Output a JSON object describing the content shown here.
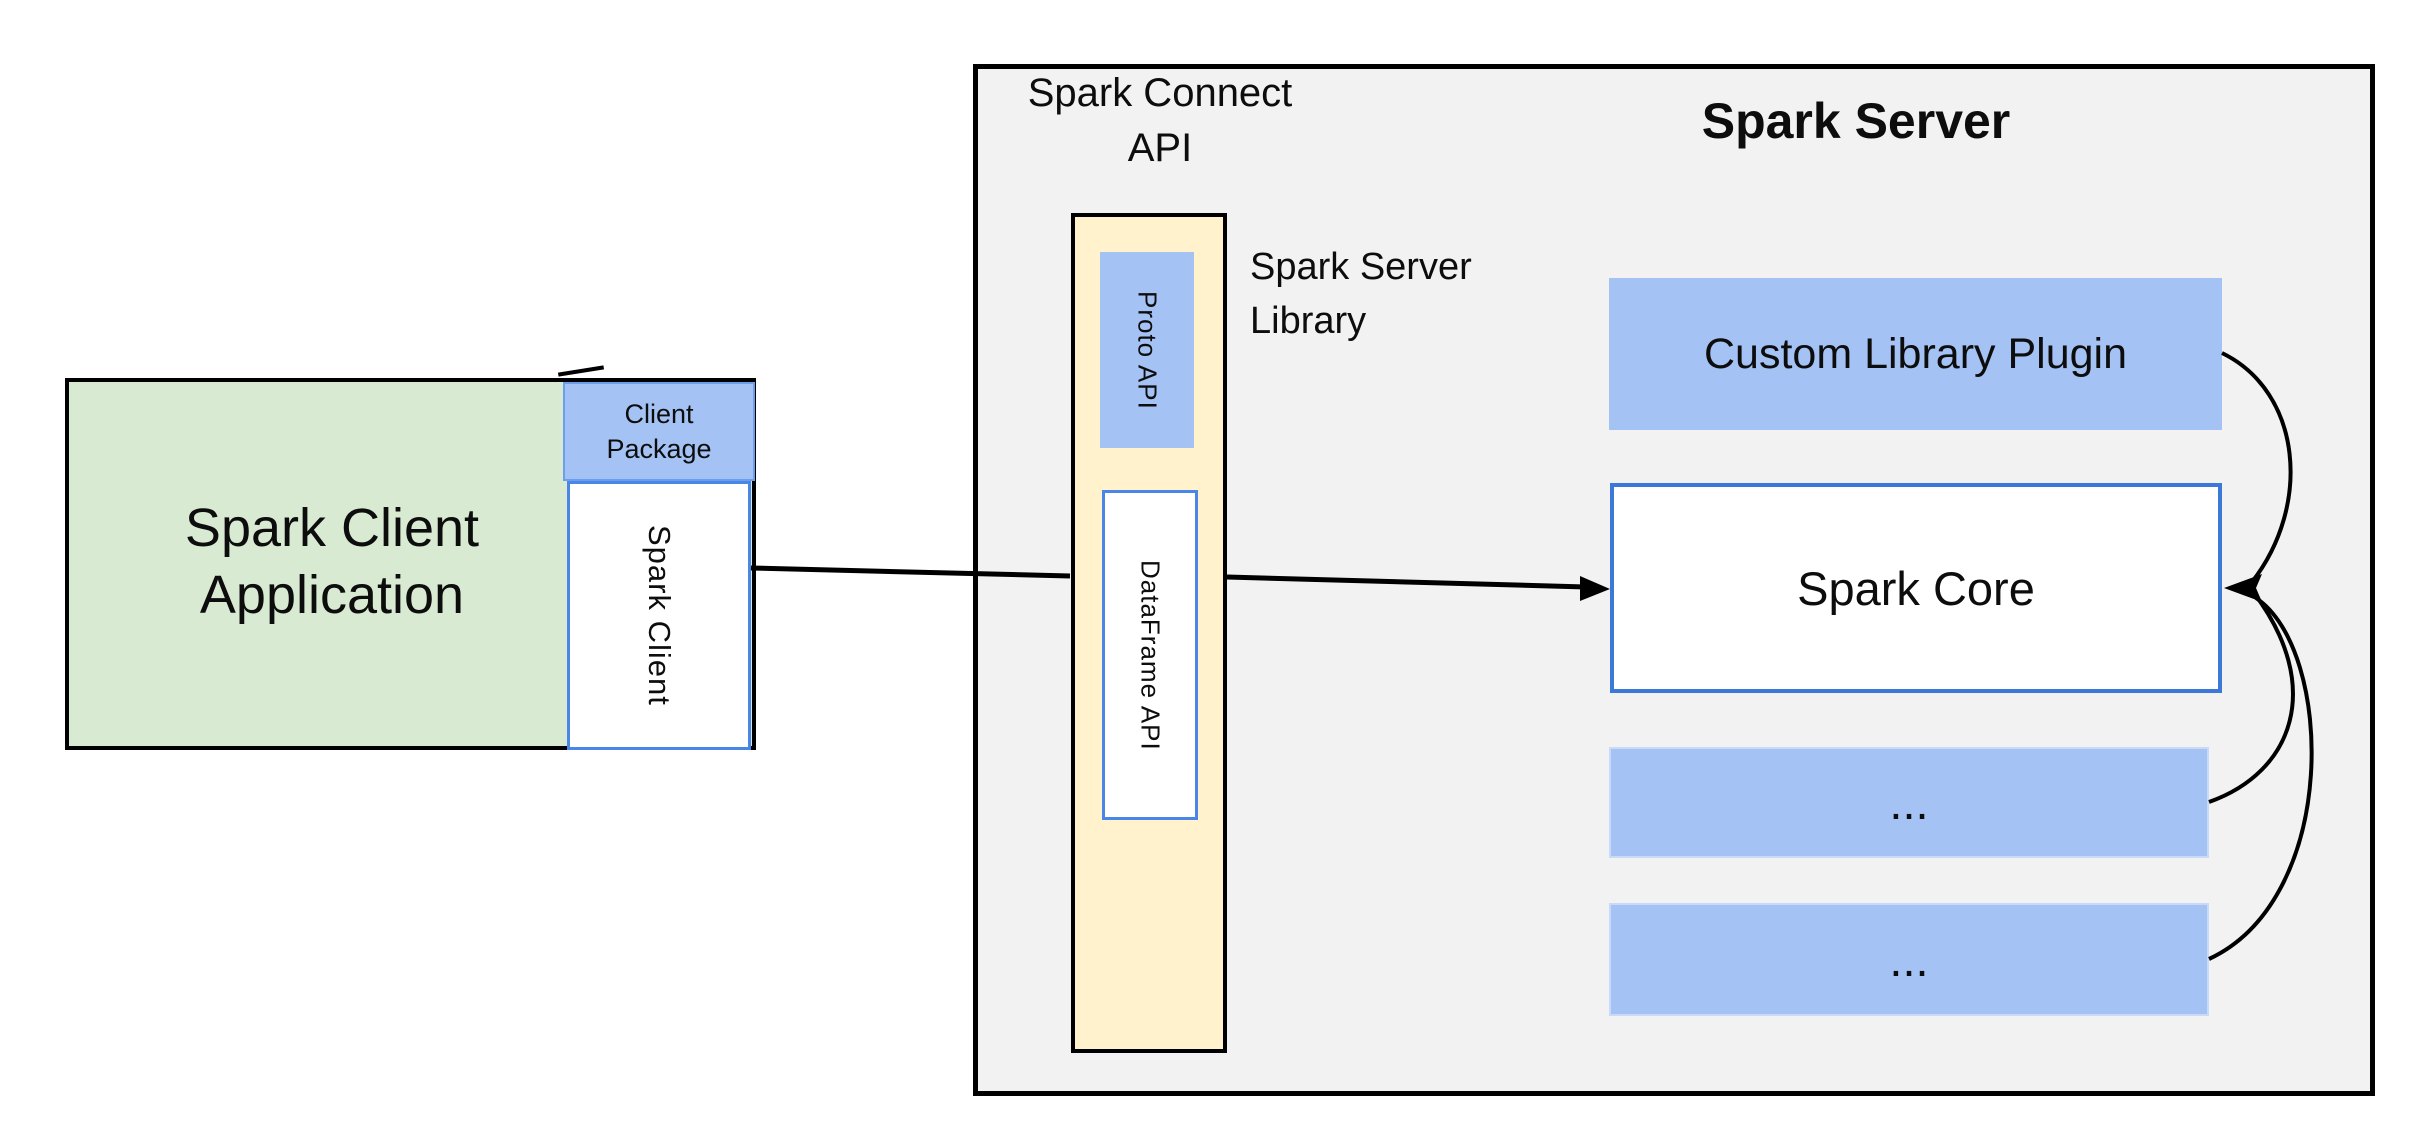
{
  "nodes": {
    "spark_client_app": {
      "label": "Spark Client\nApplication"
    },
    "client_package": {
      "label": "Client\nPackage"
    },
    "spark_client": {
      "label": "Spark Client"
    },
    "spark_connect_api": {
      "label": "Spark Connect\nAPI"
    },
    "proto_api": {
      "label": "Proto API"
    },
    "dataframe_api": {
      "label": "DataFrame API"
    },
    "spark_server_library": {
      "label": "Spark Server\nLibrary"
    },
    "spark_server": {
      "label": "Spark Server"
    },
    "custom_library_plugin": {
      "label": "Custom Library Plugin"
    },
    "spark_core": {
      "label": "Spark Core"
    },
    "plugin_slot_1": {
      "label": "..."
    },
    "plugin_slot_2": {
      "label": "..."
    }
  },
  "edges": [
    {
      "from": "spark-client",
      "to": "spark-connect-api-box",
      "style": "straight-line"
    },
    {
      "from": "spark-connect-api-box",
      "to": "spark-core",
      "style": "straight-arrow"
    },
    {
      "from": "custom-library-plugin",
      "to": "spark-core",
      "style": "curved-arrow"
    },
    {
      "from": "plugin-slot-1",
      "to": "spark-core",
      "style": "curved-arrow"
    },
    {
      "from": "plugin-slot-2",
      "to": "spark-core",
      "style": "curved-arrow"
    }
  ],
  "colors": {
    "green_fill": "#d9ead3",
    "blue_fill": "#a4c2f4",
    "yellow_fill": "#fff2cc",
    "gray_fill": "#f2f2f2",
    "blue_border": "#4a86e8",
    "blue_border_strong": "#3b78d8",
    "blue_border_light": "#c9daf8",
    "client_package_border": "#6d9eeb",
    "outline_black": "#000000"
  }
}
